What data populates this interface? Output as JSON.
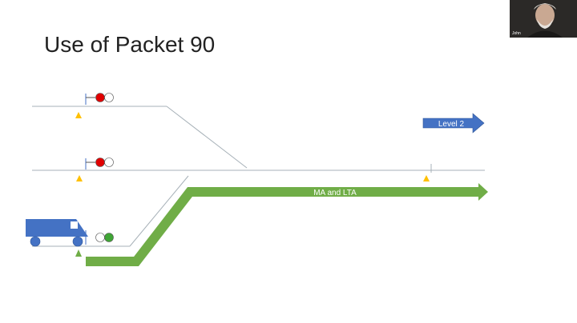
{
  "slide": {
    "title": "Use of Packet 90"
  },
  "diagram": {
    "level_label": "Level 2",
    "ma_label": "MA and LTA",
    "colors": {
      "track": "#a7b1b8",
      "signal_red": "#e00000",
      "signal_green": "#3fa535",
      "path_green": "#70ad47",
      "train_blue": "#4472c4",
      "arrow_blue": "#4472c4",
      "marker_yellow": "#ffc000",
      "marker_green": "#70ad47"
    }
  },
  "video": {
    "participant_name": "John"
  }
}
